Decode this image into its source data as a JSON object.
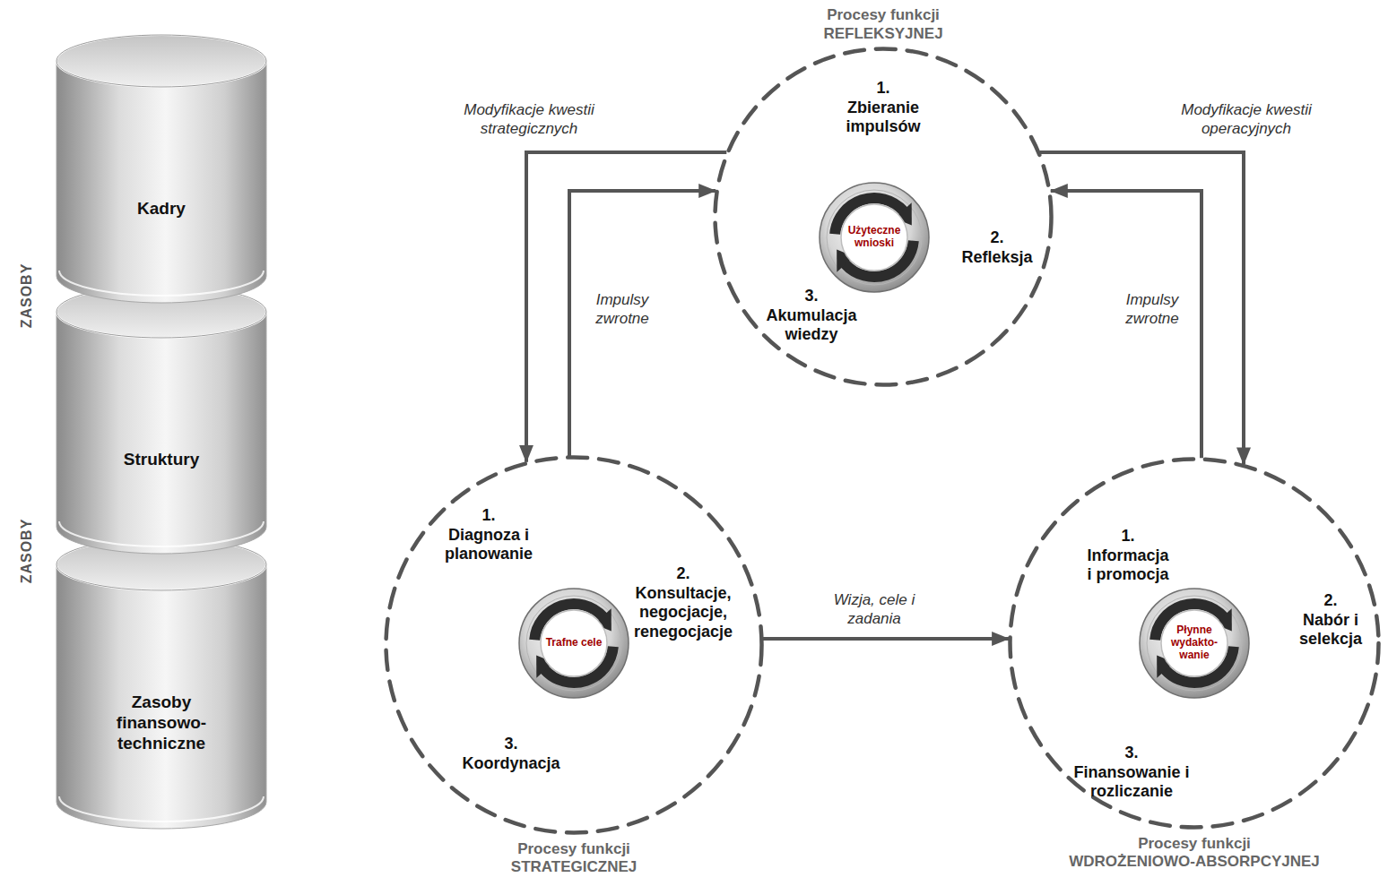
{
  "diagram": {
    "nodes": [
      {
        "text": [
          "Kadry"
        ]
      },
      {
        "text": [
          "Struktury"
        ]
      },
      {
        "text": [
          "Zasoby finansowo-techniczne"
        ]
      },
      {
        "text": [
          "Procesy funkcji REFLEKSYJNEJ",
          "1.",
          "Zbieranie impulsów",
          "2.",
          "Refleksja",
          "3.",
          "Akumulacja wiedzy"
        ]
      },
      {
        "text": [
          "Użyteczne wnioski"
        ],
        "in": 3
      },
      {
        "text": [
          "Procesy funkcji STRATEGICZNEJ",
          "1.",
          "Diagnoza i planowanie",
          "2.",
          "Konsultacje, negocjacje, renegocjacje",
          "3.",
          "Koordynacja"
        ]
      },
      {
        "text": [
          "Trafne cele"
        ],
        "in": 5
      },
      {
        "text": [
          "Procesy funkcji WDROŻENIOWO-ABSORPCYJNEJ",
          "1.",
          "Informacja i promocja",
          "2.",
          "Nabór i selekcja",
          "3.",
          "Finansowanie i rozliczanie"
        ]
      },
      {
        "text": [
          "Płynne wydakto-wanie"
        ],
        "in": 7
      }
    ],
    "edges": [
      {
        "from": 3,
        "to": 5,
        "arrow": "to",
        "label": "Modyfikacje kwestii strategicznych"
      },
      {
        "from": 5,
        "to": 3,
        "arrow": "to",
        "label": "Impulsy zwrotne"
      },
      {
        "from": 3,
        "to": 7,
        "arrow": "to",
        "label": "Modyfikacje kwestii operacyjnych"
      },
      {
        "from": 7,
        "to": 3,
        "arrow": "to",
        "label": "Impulsy zwrotne"
      },
      {
        "from": 5,
        "to": 7,
        "arrow": "to",
        "label": "Wizja, cele i zadania"
      }
    ],
    "labels": [
      "ZASOBY",
      "ZASOBY"
    ]
  }
}
